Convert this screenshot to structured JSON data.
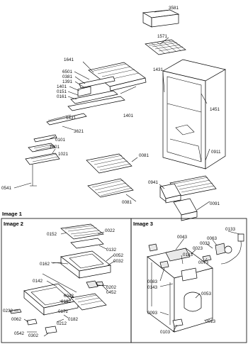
{
  "sections": {
    "image1": "Image 1",
    "image2": "Image 2",
    "image3": "Image 3"
  },
  "callouts": [
    "3581",
    "1571",
    "1641",
    "6501",
    "0381",
    "1391",
    "1401",
    "0151",
    "0161",
    "1431",
    "1401",
    "1431",
    "1451",
    "3621",
    "0101",
    "1801",
    "1021",
    "0081",
    "0541",
    "0911",
    "0941",
    "0081",
    "0091",
    "0152",
    "0022",
    "0132",
    "0052",
    "0032",
    "0162",
    "0142",
    "0202",
    "0452",
    "0042",
    "0192",
    "0172",
    "0232",
    "0062",
    "0182",
    "0212",
    "0542",
    "0302",
    "0133",
    "0043",
    "0063",
    "0033",
    "0023",
    "0183",
    "0073",
    "0083",
    "0143",
    "0053",
    "0093",
    "0103",
    "0013"
  ]
}
